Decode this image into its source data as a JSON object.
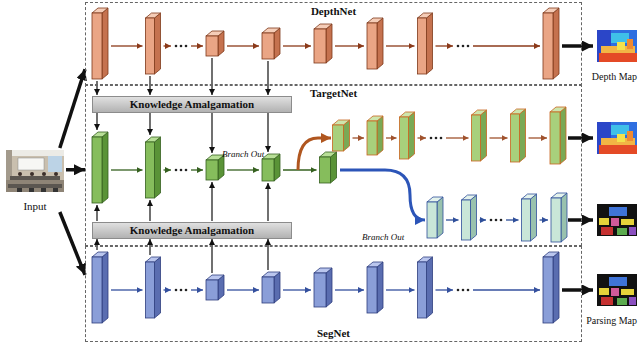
{
  "diagram": {
    "nodes": [
      {
        "text": [
          "DepthNet"
        ]
      },
      {
        "text": [
          "TargetNet"
        ]
      },
      {
        "text": [
          "Knowledge Amalgamation"
        ],
        "in": 1
      },
      {
        "text": [
          "Knowledge Amalgamation"
        ],
        "in": 1
      },
      {
        "text": [
          "SegNet"
        ]
      },
      {
        "text": [
          "Input"
        ]
      }
    ],
    "edges": [
      {
        "from": 5,
        "to": 0,
        "arrow": "to"
      },
      {
        "from": 5,
        "to": 1,
        "arrow": "to"
      },
      {
        "from": 5,
        "to": 4,
        "arrow": "to"
      }
    ],
    "labels": [
      "Branch Out",
      "Branch Out",
      "Depth Map",
      "Parsing Map"
    ]
  }
}
